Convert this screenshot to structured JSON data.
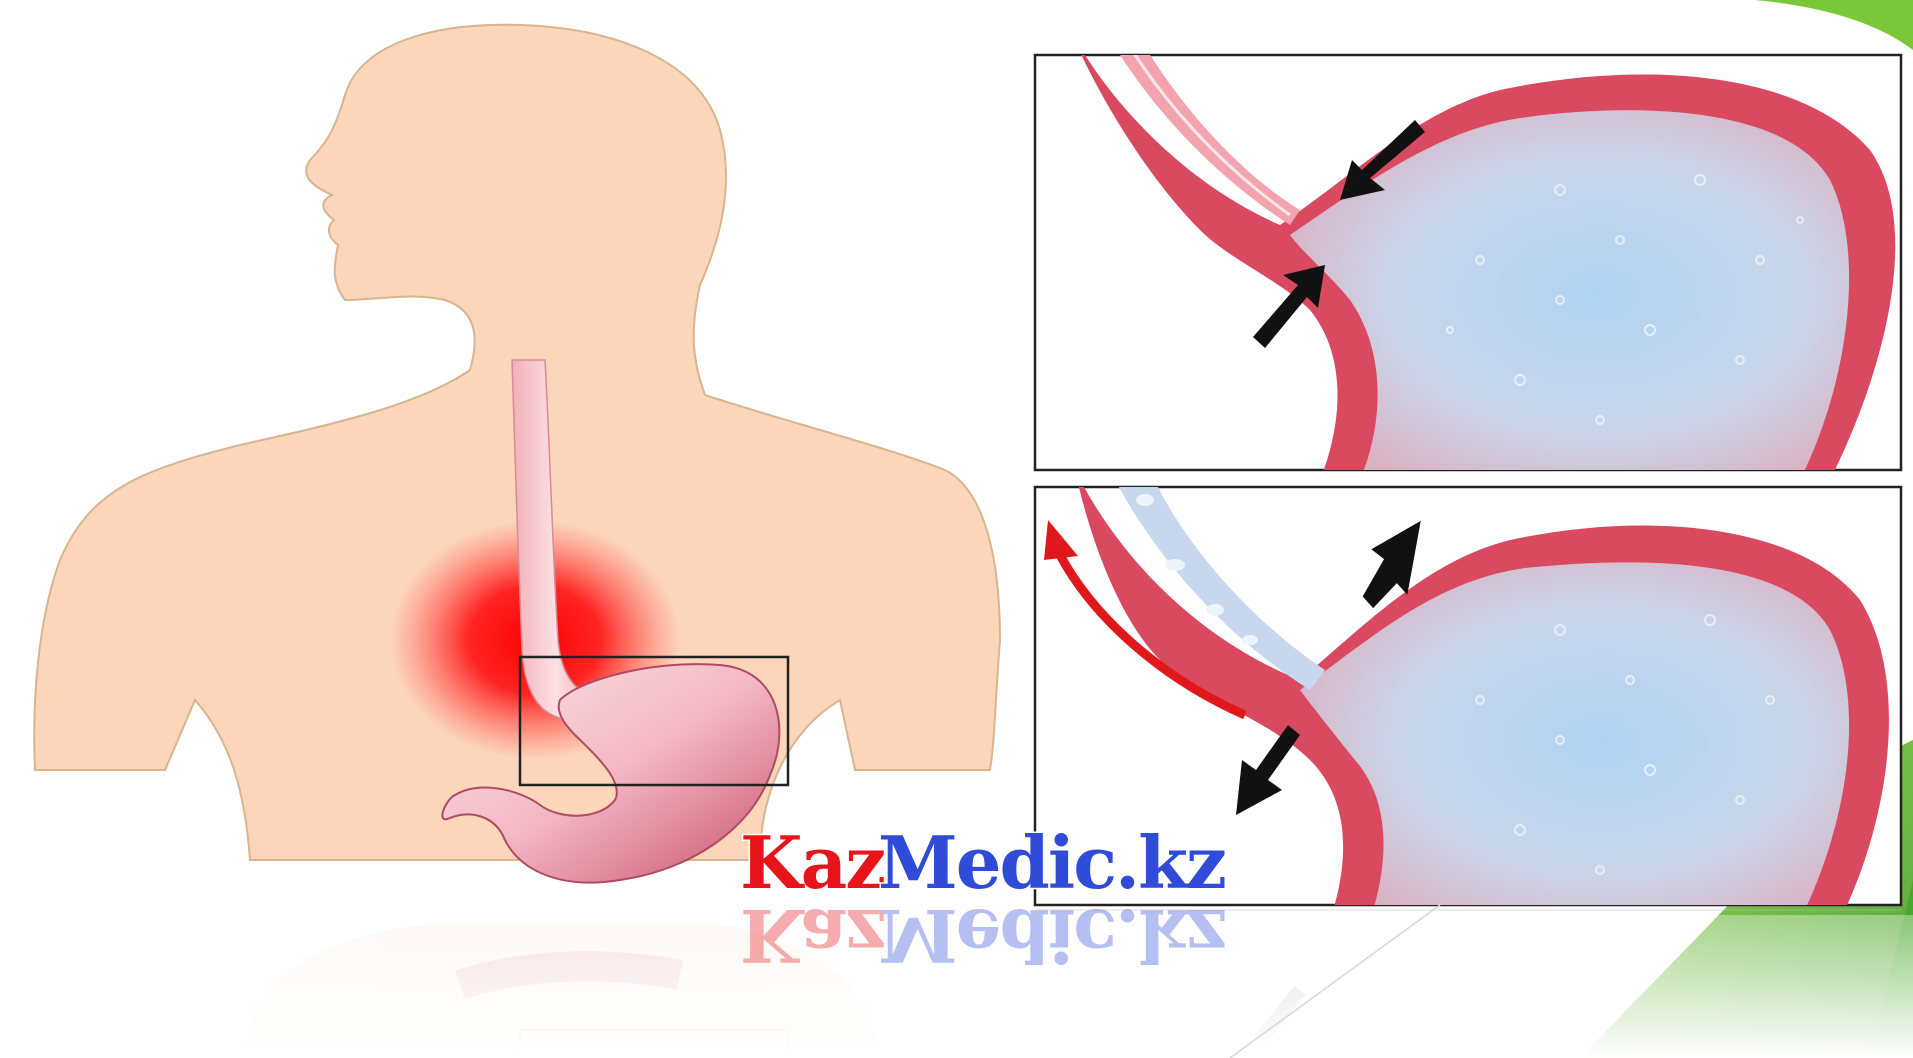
{
  "slide": {
    "watermark_part1": "Kaz",
    "watermark_part2": "Medic.kz"
  },
  "colors": {
    "skin": "#fcd6bb",
    "skin_outline": "#d8b48f",
    "stomach_wall": "#d94a60",
    "stomach_lining": "#f5a1ad",
    "gastric_content": "#b7d6ef",
    "heartburn_red": "#ff1a1a",
    "reflux_arrow": "#e0181c",
    "arrow_black": "#111111",
    "accent_green": "#6fbf2b",
    "watermark_red": "#e8141c",
    "watermark_blue": "#2f4bd8"
  },
  "icons": {
    "body": "human-torso-silhouette",
    "stomach": "stomach-illustration",
    "arrows": "black-arrow",
    "reflux": "curved-red-arrow"
  }
}
